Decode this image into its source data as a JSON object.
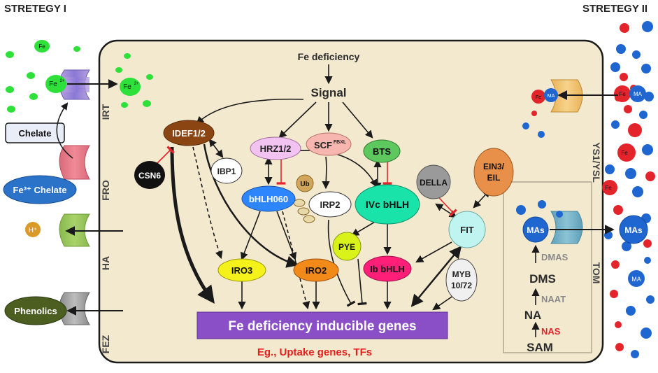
{
  "headings": {
    "left": "STRETEGY I",
    "right": "STRETEGY II"
  },
  "left_labels": {
    "irt": "IRT",
    "fro": "FRO",
    "ha": "HA",
    "fez": "FEZ"
  },
  "right_labels": {
    "ysl": "YS1/YSL",
    "tom": "TOM"
  },
  "ions": {
    "fe2_super": "Fe2+",
    "fe2": "Fe",
    "fe2_sup": "2+",
    "fe3": "Fe",
    "fe3_sup": "3+",
    "h": "H",
    "h_sup": "+",
    "ma": "MA",
    "fe_small": "Fe"
  },
  "outside": {
    "chelate": "Chelate",
    "fe3_chelate": "Fe³⁺ Chelate",
    "h_plus": "H⁺",
    "phenolics": "Phenolics",
    "mas_out": "MAs"
  },
  "nodes": {
    "fe_deficiency": "Fe deficiency",
    "signal": "Signal",
    "idef": "IDEF1/2",
    "csn6": "CSN6",
    "ibp1": "IBP1",
    "hrz": "HRZ1/2",
    "scf": "SCF",
    "scf_sup": "FBXL",
    "bts": "BTS",
    "ub": "Ub",
    "irp2": "IRP2",
    "bhlh060": "bHLH060",
    "ivc": "IVc bHLH",
    "della": "DELLA",
    "ein3_line1": "EIN3/",
    "ein3_line2": "EIL",
    "fit": "FIT",
    "pye": "PYE",
    "iro3": "IRO3",
    "iro2": "IRO2",
    "ib": "Ib bHLH",
    "myb_line1": "MYB",
    "myb_line2": "10/72",
    "target": "Fe deficiency inducible genes",
    "eg": "Eg., Uptake genes, TFs"
  },
  "pathway": {
    "mas": "MAs",
    "dmas": "DMAS",
    "dms": "DMS",
    "naat": "NAAT",
    "na": "NA",
    "nas": "NAS",
    "sam": "SAM"
  },
  "colors": {
    "cell": "#f3e9cf",
    "cell_border": "#1a1a1a",
    "fe_green": "#2ee03a",
    "fe_red": "#e3242b",
    "fe_blue": "#1f66d1",
    "target_purple": "#8a4fc7",
    "eg_red": "#e51e1e",
    "idef": "#8b4513",
    "hrz": "#f2c2f0",
    "scf": "#f7b7b0",
    "bts": "#5cc85e",
    "bhlh060": "#2e86ff",
    "ivc": "#19e3a8",
    "della": "#9a9a9a",
    "ein3": "#e8904a",
    "fit": "#bff4f0",
    "pye": "#d9f21a",
    "iro3": "#f4f21a",
    "iro2": "#f28a1a",
    "ib": "#ff1f78",
    "myb": "#f0f0f0",
    "ub": "#d2a65a"
  }
}
